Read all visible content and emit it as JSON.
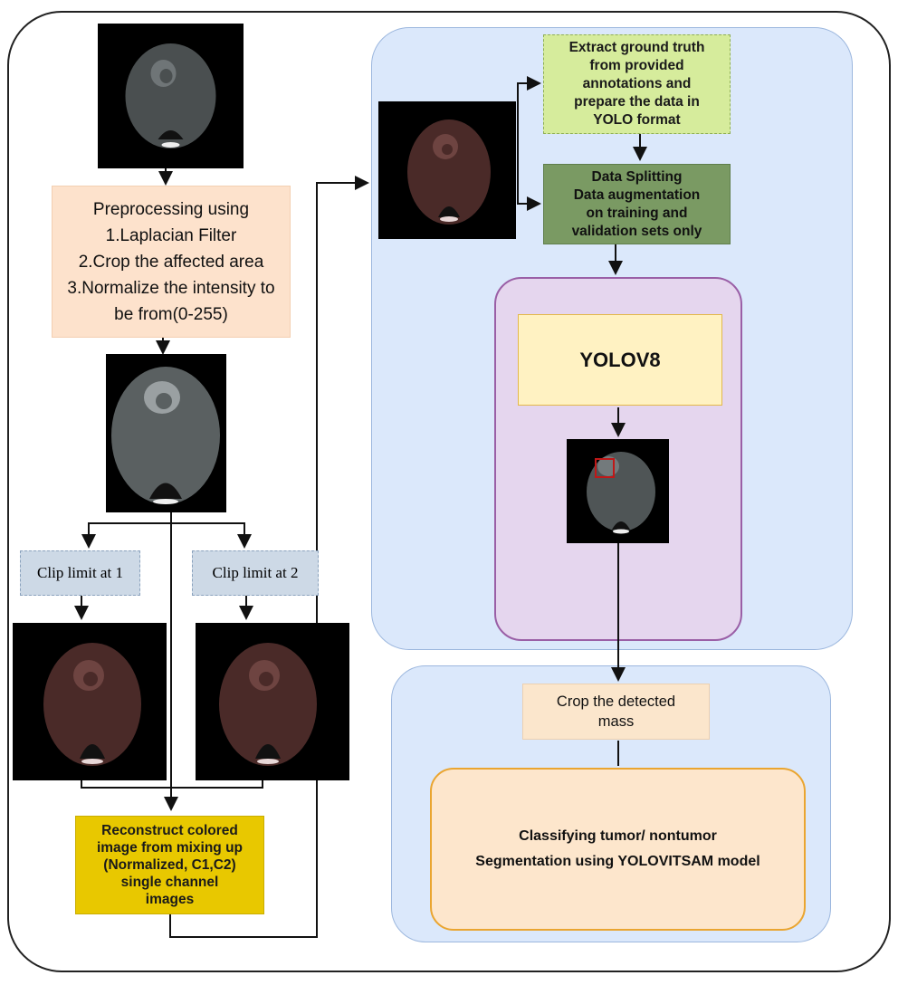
{
  "preprocessing": {
    "title": "Preprocessing using",
    "steps": [
      "1.Laplacian Filter",
      "2.Crop the affected area",
      "3.Normalize the intensity to",
      "be from(0-255)"
    ]
  },
  "clip1": "Clip limit at 1",
  "clip2": "Clip limit at 2",
  "reconstruct": [
    "Reconstruct colored",
    "image from mixing up",
    "(Normalized, C1,C2)",
    "single channel",
    "images"
  ],
  "extract": [
    "Extract ground truth",
    "from provided",
    "annotations and",
    "prepare the  data in",
    "YOLO format"
  ],
  "splitting": [
    "Data Splitting",
    "Data augmentation",
    "on training and",
    "validation sets only"
  ],
  "yolo": "YOLOV8",
  "crop_mass": [
    "Crop the detected",
    "mass"
  ],
  "classify": [
    "Classifying tumor/ nontumor",
    "Segmentation using YOLOVITSAM model"
  ],
  "colors": {
    "preprocess_fill": "#fde2cc",
    "clip_fill": "#cdd9e6",
    "reconstruct_fill": "#e8c800",
    "extract_fill": "#d6ec9c",
    "split_fill": "#7a9a63",
    "yolo_fill": "#fff2c2",
    "crop_fill": "#fbe6cc",
    "classify_fill": "#fde6cc",
    "panel_blue": "#dbe8fb",
    "panel_purple": "#e5d6ee"
  }
}
